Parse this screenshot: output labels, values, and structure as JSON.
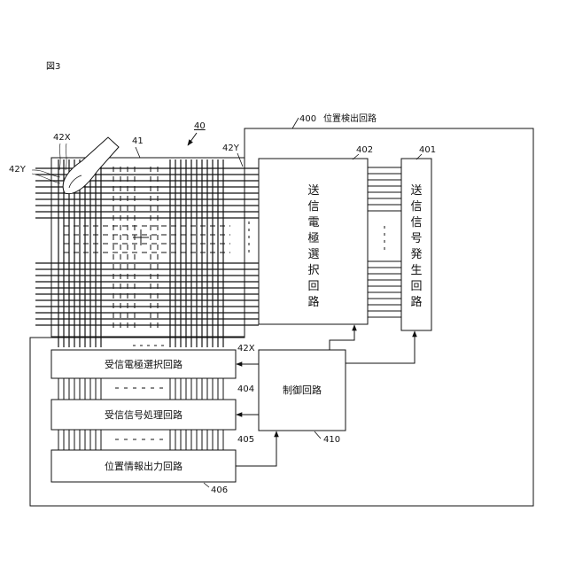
{
  "figure_label": "図3",
  "labels": {
    "n40": "40",
    "n41": "41",
    "n42x_top": "42X",
    "n42y_left": "42Y",
    "n42y_right": "42Y",
    "n42x_bottom": "42X",
    "n400": "400",
    "position_circuit": "位置検出回路",
    "n401": "401",
    "n402": "402",
    "n404": "404",
    "n405": "405",
    "n406": "406",
    "n410": "410"
  },
  "blocks": {
    "tx_electrode_select": [
      "送",
      "信",
      "電",
      "極",
      "選",
      "択",
      "回",
      "路"
    ],
    "tx_signal_gen": [
      "送",
      "信",
      "信",
      "号",
      "発",
      "生",
      "回",
      "路"
    ],
    "rx_electrode_select": "受信電極選択回路",
    "rx_signal_proc": "受信信号処理回路",
    "position_output": "位置情報出力回路",
    "control": "制御回路"
  }
}
